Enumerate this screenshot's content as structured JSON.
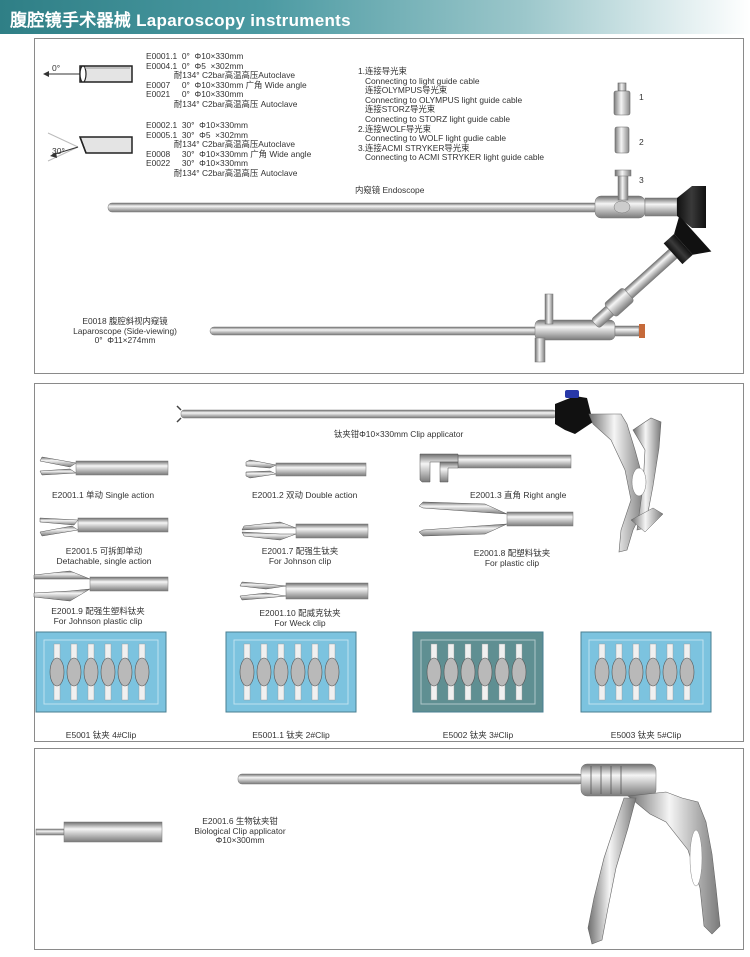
{
  "header": {
    "title": "腹腔镜手术器械 Laparoscopy instruments"
  },
  "panel1": {
    "angle_0": "0°",
    "angle_30": "30°",
    "models_0": [
      "E0001.1  0°  Φ10×330mm",
      "E0004.1  0°  Φ5  ×302mm",
      "            耐134° C2bar高温高压Autoclave",
      "E0007     0°  Φ10×330mm 广角 Wide angle",
      "E0021     0°  Φ10×330mm",
      "            耐134° C2bar高温高压 Autoclave"
    ],
    "models_30": [
      "E0002.1  30°  Φ10×330mm",
      "E0005.1  30°  Φ5  ×302mm",
      "            耐134° C2bar高温高压Autoclave",
      "E0008     30°  Φ10×330mm 广角 Wide angle",
      "E0022     30°  Φ10×330mm",
      "            耐134° C2bar高温高压 Autoclave"
    ],
    "connectors": [
      "1.连接导光束",
      "   Connecting to light guide cable",
      "   连接OLYMPUS导光束",
      "   Connecting to OLYMPUS light guide cable",
      "   连接STORZ导光束",
      "   Connecting to STORZ light guide cable",
      "2.连接WOLF导光束",
      "   Connecting to WOLF light gudie cable",
      "3.连接ACMI STRYKER导光束",
      "   Connecting to ACMI STRYKER light guide cable"
    ],
    "num1": "1",
    "num2": "2",
    "num3": "3",
    "endoscope_label": "内窥镜 Endoscope",
    "side_scope": [
      "E0018 腹腔斜视内窥镜",
      "Laparoscope (Side-viewing)",
      "0°  Φ11×274mm"
    ]
  },
  "panel2": {
    "clip_applicator_label": "钛夹钳Φ10×330mm Clip applicator",
    "tips": [
      {
        "label": "E2001.1 单动 Single action"
      },
      {
        "label": "E2001.2 双动 Double action"
      },
      {
        "label": "E2001.3 直角 Right angle"
      },
      {
        "label": "E2001.5 可拆卸单动\nDetachable, single action"
      },
      {
        "label": "E2001.7 配强生钛夹\nFor Johnson clip"
      },
      {
        "label": "E2001.8 配塑料钛夹\nFor plastic clip"
      },
      {
        "label": "E2001.9 配强生塑料钛夹\nFor Johnson plastic clip"
      },
      {
        "label": "E2001.10 配威克钛夹\nFor  Weck clip"
      }
    ],
    "clips": [
      {
        "label": "E5001 钛夹 4#Clip",
        "color": "#7cc3df"
      },
      {
        "label": "E5001.1 钛夹 2#Clip",
        "color": "#7cc3df"
      },
      {
        "label": "E5002 钛夹 3#Clip",
        "color": "#5f8f92"
      },
      {
        "label": "E5003 钛夹 5#Clip",
        "color": "#7cc3df"
      }
    ]
  },
  "panel3": {
    "bio_clip": [
      "E2001.6 生物钛夹钳",
      "Biological Clip applicator",
      "Φ10×300mm"
    ]
  }
}
